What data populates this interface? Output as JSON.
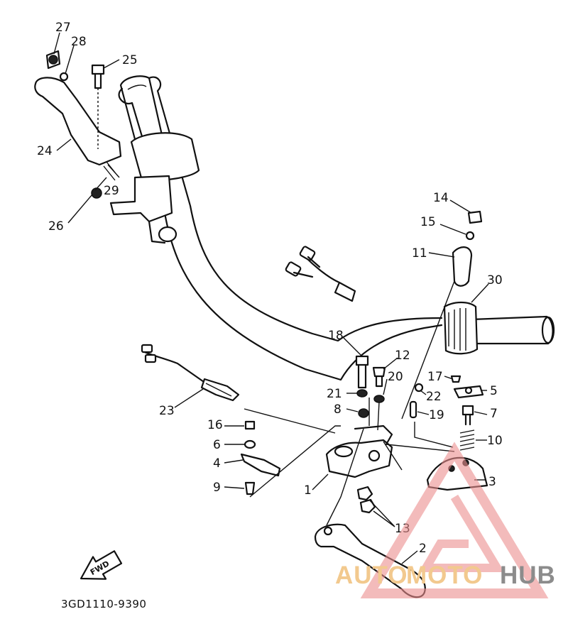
{
  "diagram": {
    "reference_code": "3GD1110-9390",
    "direction_label": "FWD",
    "callouts": {
      "c1": "1",
      "c2": "2",
      "c3": "3",
      "c4": "4",
      "c5": "5",
      "c6": "6",
      "c7": "7",
      "c8": "8",
      "c9": "9",
      "c10": "10",
      "c11": "11",
      "c12": "12",
      "c13": "13",
      "c14": "14",
      "c15": "15",
      "c16": "16",
      "c17": "17",
      "c18": "18",
      "c19": "19",
      "c20": "20",
      "c21": "21",
      "c22": "22",
      "c23": "23",
      "c24": "24",
      "c25": "25",
      "c26": "26",
      "c27": "27",
      "c28": "28",
      "c29": "29",
      "c30": "30"
    }
  },
  "watermark": {
    "text_auto": "AUTO",
    "text_moto": "MOTO",
    "text_hub": "HUB",
    "color_auto": "#f2c98e",
    "color_moto": "#f2c98e",
    "color_hub": "#8c8c8c",
    "logo_color": "#ec8f8f"
  }
}
